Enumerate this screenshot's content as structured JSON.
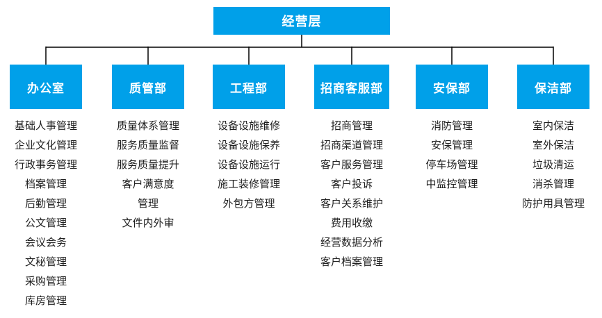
{
  "colors": {
    "accent": "#00A0E9",
    "line": "#000000",
    "text": "#1f1f1f",
    "box_text": "#ffffff",
    "background": "#ffffff"
  },
  "chart": {
    "type": "org-chart",
    "root": {
      "label": "经营层"
    },
    "departments": [
      {
        "label": "办公室",
        "duties": [
          "基础人事管理",
          "企业文化管理",
          "行政事务管理",
          "档案管理",
          "后勤管理",
          "公文管理",
          "会议会务",
          "文秘管理",
          "采购管理",
          "库房管理"
        ]
      },
      {
        "label": "质管部",
        "duties": [
          "质量体系管理",
          "服务质量监督",
          "服务质量提升",
          "客户满意度",
          "管理",
          "文件内外审"
        ]
      },
      {
        "label": "工程部",
        "duties": [
          "设备设施维修",
          "设备设施保养",
          "设备设施运行",
          "施工装修管理",
          "外包方管理"
        ]
      },
      {
        "label": "招商客服部",
        "duties": [
          "招商管理",
          "招商渠道管理",
          "客户服务管理",
          "客户投诉",
          "客户关系维护",
          "费用收缴",
          "经营数据分析",
          "客户档案管理"
        ]
      },
      {
        "label": "安保部",
        "duties": [
          "消防管理",
          "安保管理",
          "停车场管理",
          "中监控管理"
        ]
      },
      {
        "label": "保洁部",
        "duties": [
          "室内保洁",
          "室外保洁",
          "垃圾清运",
          "消杀管理",
          "防护用具管理"
        ]
      }
    ]
  }
}
